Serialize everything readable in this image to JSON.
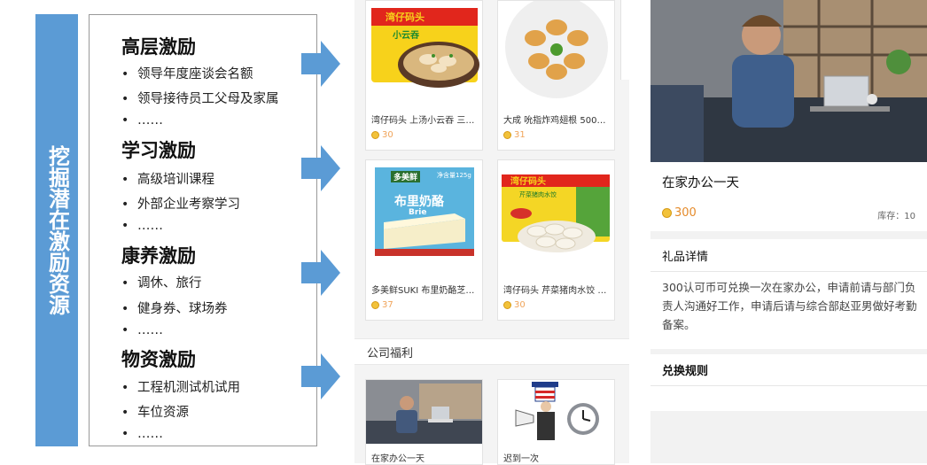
{
  "left_panel": {
    "vertical_label": "挖掘潜在激励资源",
    "sections": [
      {
        "title": "高层激励",
        "items": [
          "领导年度座谈会名额",
          "领导接待员工父母及家属",
          "……"
        ]
      },
      {
        "title": "学习激励",
        "items": [
          "高级培训课程",
          "外部企业考察学习",
          "……"
        ]
      },
      {
        "title": "康养激励",
        "items": [
          "调休、旅行",
          "健身券、球场券",
          "……"
        ]
      },
      {
        "title": "物资激励",
        "items": [
          "工程机测试机试用",
          "车位资源",
          "……"
        ]
      }
    ],
    "accent_color": "#5b9bd5"
  },
  "mall": {
    "products": [
      {
        "name": "湾仔码头 上汤小云吞 三…",
        "price": "30",
        "pkg_text": "湾仔码头",
        "pkg_sub": "小云吞"
      },
      {
        "name": "大成 吮指炸鸡翅根 500…",
        "price": "31"
      },
      {
        "name": "多美鲜SUKI 布里奶酪芝…",
        "price": "37",
        "pkg_text": "布里奶酪",
        "pkg_sub": "Brie",
        "pkg_brand": "多美鲜",
        "pkg_weight": "净含量125g"
      },
      {
        "name": "湾仔码头 芹菜猪肉水饺 …",
        "price": "30",
        "pkg_text": "湾仔码头",
        "pkg_sub": "芹菜猪肉水饺"
      }
    ],
    "section_title": "公司福利",
    "welfare": [
      {
        "name": "在家办公一天"
      },
      {
        "name": "迟到一次"
      }
    ],
    "price_color": "#f0a45a"
  },
  "detail": {
    "title": "在家办公一天",
    "price": "300",
    "stock": "库存：10",
    "detail_header": "礼品详情",
    "detail_body": "300认可币可兑换一次在家办公，申请前请与部门负责人沟通好工作，申请后请与综合部赵亚男做好考勤备案。",
    "rules_header": "兑换规则",
    "price_color": "#e58b2b"
  }
}
